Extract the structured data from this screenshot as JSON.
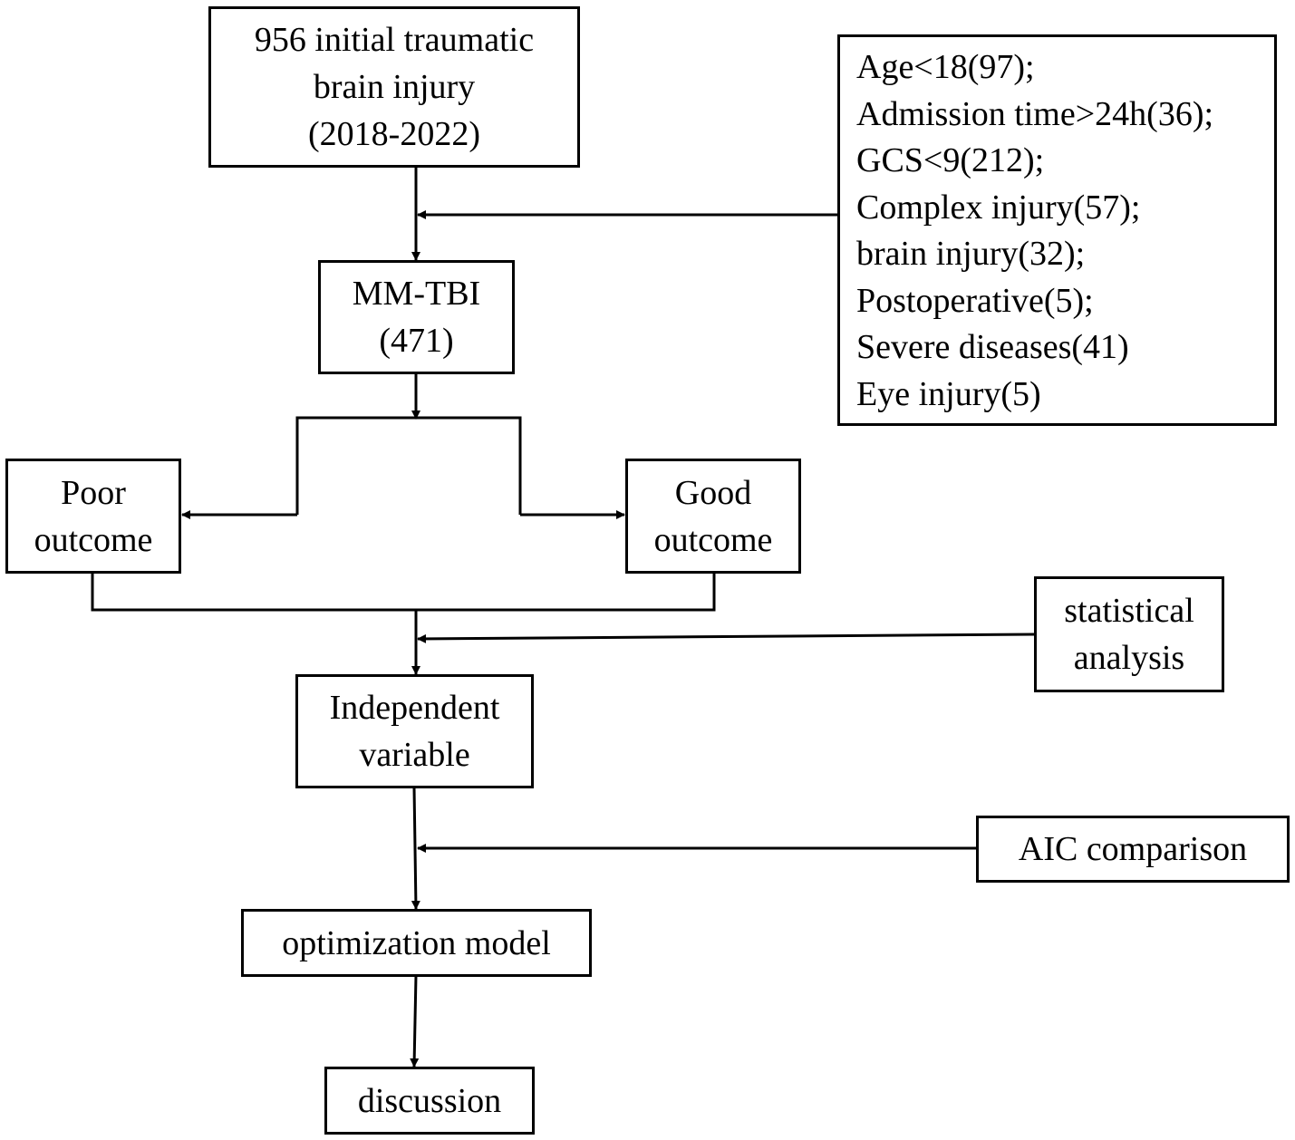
{
  "boxes": {
    "initial": {
      "lines": [
        "956 initial traumatic",
        "brain injury",
        "(2018-2022)"
      ]
    },
    "exclusion": {
      "lines": [
        "Age<18(97);",
        "Admission time>24h(36);",
        "GCS<9(212);",
        "Complex injury(57);",
        "brain injury(32);",
        "Postoperative(5);",
        "Severe diseases(41)",
        "Eye injury(5)"
      ]
    },
    "mmtbi": {
      "lines": [
        "MM-TBI",
        "(471)"
      ]
    },
    "poor": {
      "lines": [
        "Poor",
        "outcome"
      ]
    },
    "good": {
      "lines": [
        "Good",
        "outcome"
      ]
    },
    "statistical": {
      "lines": [
        "statistical",
        "analysis"
      ]
    },
    "independent": {
      "lines": [
        "Independent",
        "variable"
      ]
    },
    "aic": {
      "lines": [
        "AIC comparison"
      ]
    },
    "optimization": {
      "lines": [
        "optimization model"
      ]
    },
    "discussion": {
      "lines": [
        "discussion"
      ]
    }
  }
}
